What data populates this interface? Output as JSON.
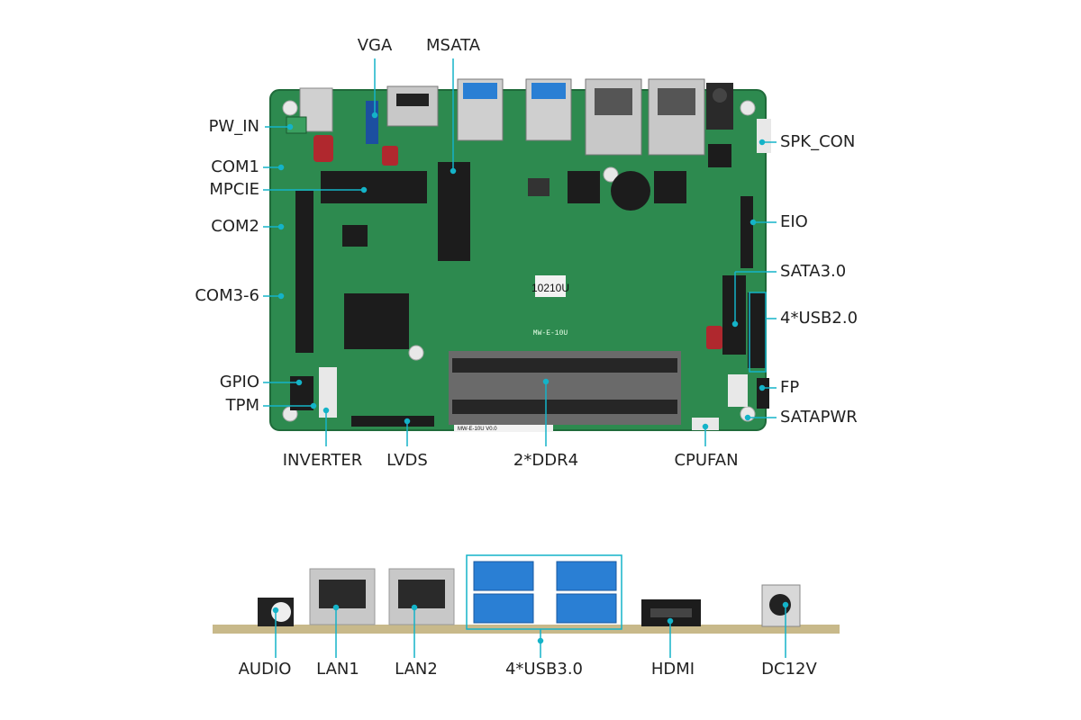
{
  "colors": {
    "accent": "#14b3c8",
    "pcb_green": "#2d8a4f",
    "pcb_dark": "#1f6a3a",
    "chip": "#1c1c1c",
    "port_silver": "#c8c8c8",
    "usb_blue": "#2a7fd4",
    "board_edge": "#c8b98a"
  },
  "board_labels": {
    "vga": "VGA",
    "msata": "MSATA",
    "pw_in": "PW_IN",
    "com1": "COM1",
    "mpcie": "MPCIE",
    "com2": "COM2",
    "com3_6": "COM3-6",
    "gpio": "GPIO",
    "tpm": "TPM",
    "inverter": "INVERTER",
    "lvds": "LVDS",
    "ddr4": "2*DDR4",
    "cpufan": "CPUFAN",
    "spk_con": "SPK_CON",
    "eio": "EIO",
    "sata3": "SATA3.0",
    "usb2": "4*USB2.0",
    "fp": "FP",
    "satapwr": "SATAPWR"
  },
  "board_print": {
    "cpu_label": "10210U",
    "model": "MW-E-10U",
    "silk": "MW-E-10U V0.0"
  },
  "io_labels": {
    "audio": "AUDIO",
    "lan1": "LAN1",
    "lan2": "LAN2",
    "usb3": "4*USB3.0",
    "hdmi": "HDMI",
    "dc12v": "DC12V"
  }
}
